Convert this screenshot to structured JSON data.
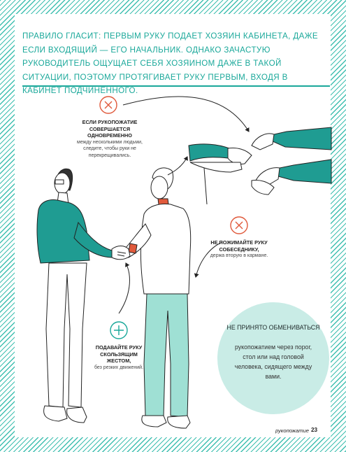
{
  "heading": "Правило гласит: первым руку подает хозяин кабинета, даже если входящий — его начальник. Однако зачастую руководитель ощущает себя хозяином даже в такой ситуации, поэтому протягивает руку первым, входя в кабинет подчиненного.",
  "notes": [
    {
      "title": "Если рукопожатие совершается одновременно",
      "text": "между несколькими людьми, следите, чтобы руки не перекрещивались.",
      "icon": "cross-icon"
    },
    {
      "title": "Не пожимайте руку собеседнику,",
      "text": "держа вторую в кармане.",
      "icon": "cross-icon"
    },
    {
      "title": "Подавайте руку скользящим жестом,",
      "text": "без резких движений.",
      "icon": "plus-icon"
    }
  ],
  "callout": {
    "title": "Не принято обмениваться",
    "text": "рукопожатием через порог, стол или над головой человека, сидящего между вами."
  },
  "footer": {
    "section": "рукопожатие",
    "page": "23"
  },
  "colors": {
    "accent": "#1aa89a",
    "accent_light": "#c9ece6",
    "warning": "#e05a3c",
    "jacket": "#1f9c92",
    "trousers": "#9fe0d4"
  }
}
